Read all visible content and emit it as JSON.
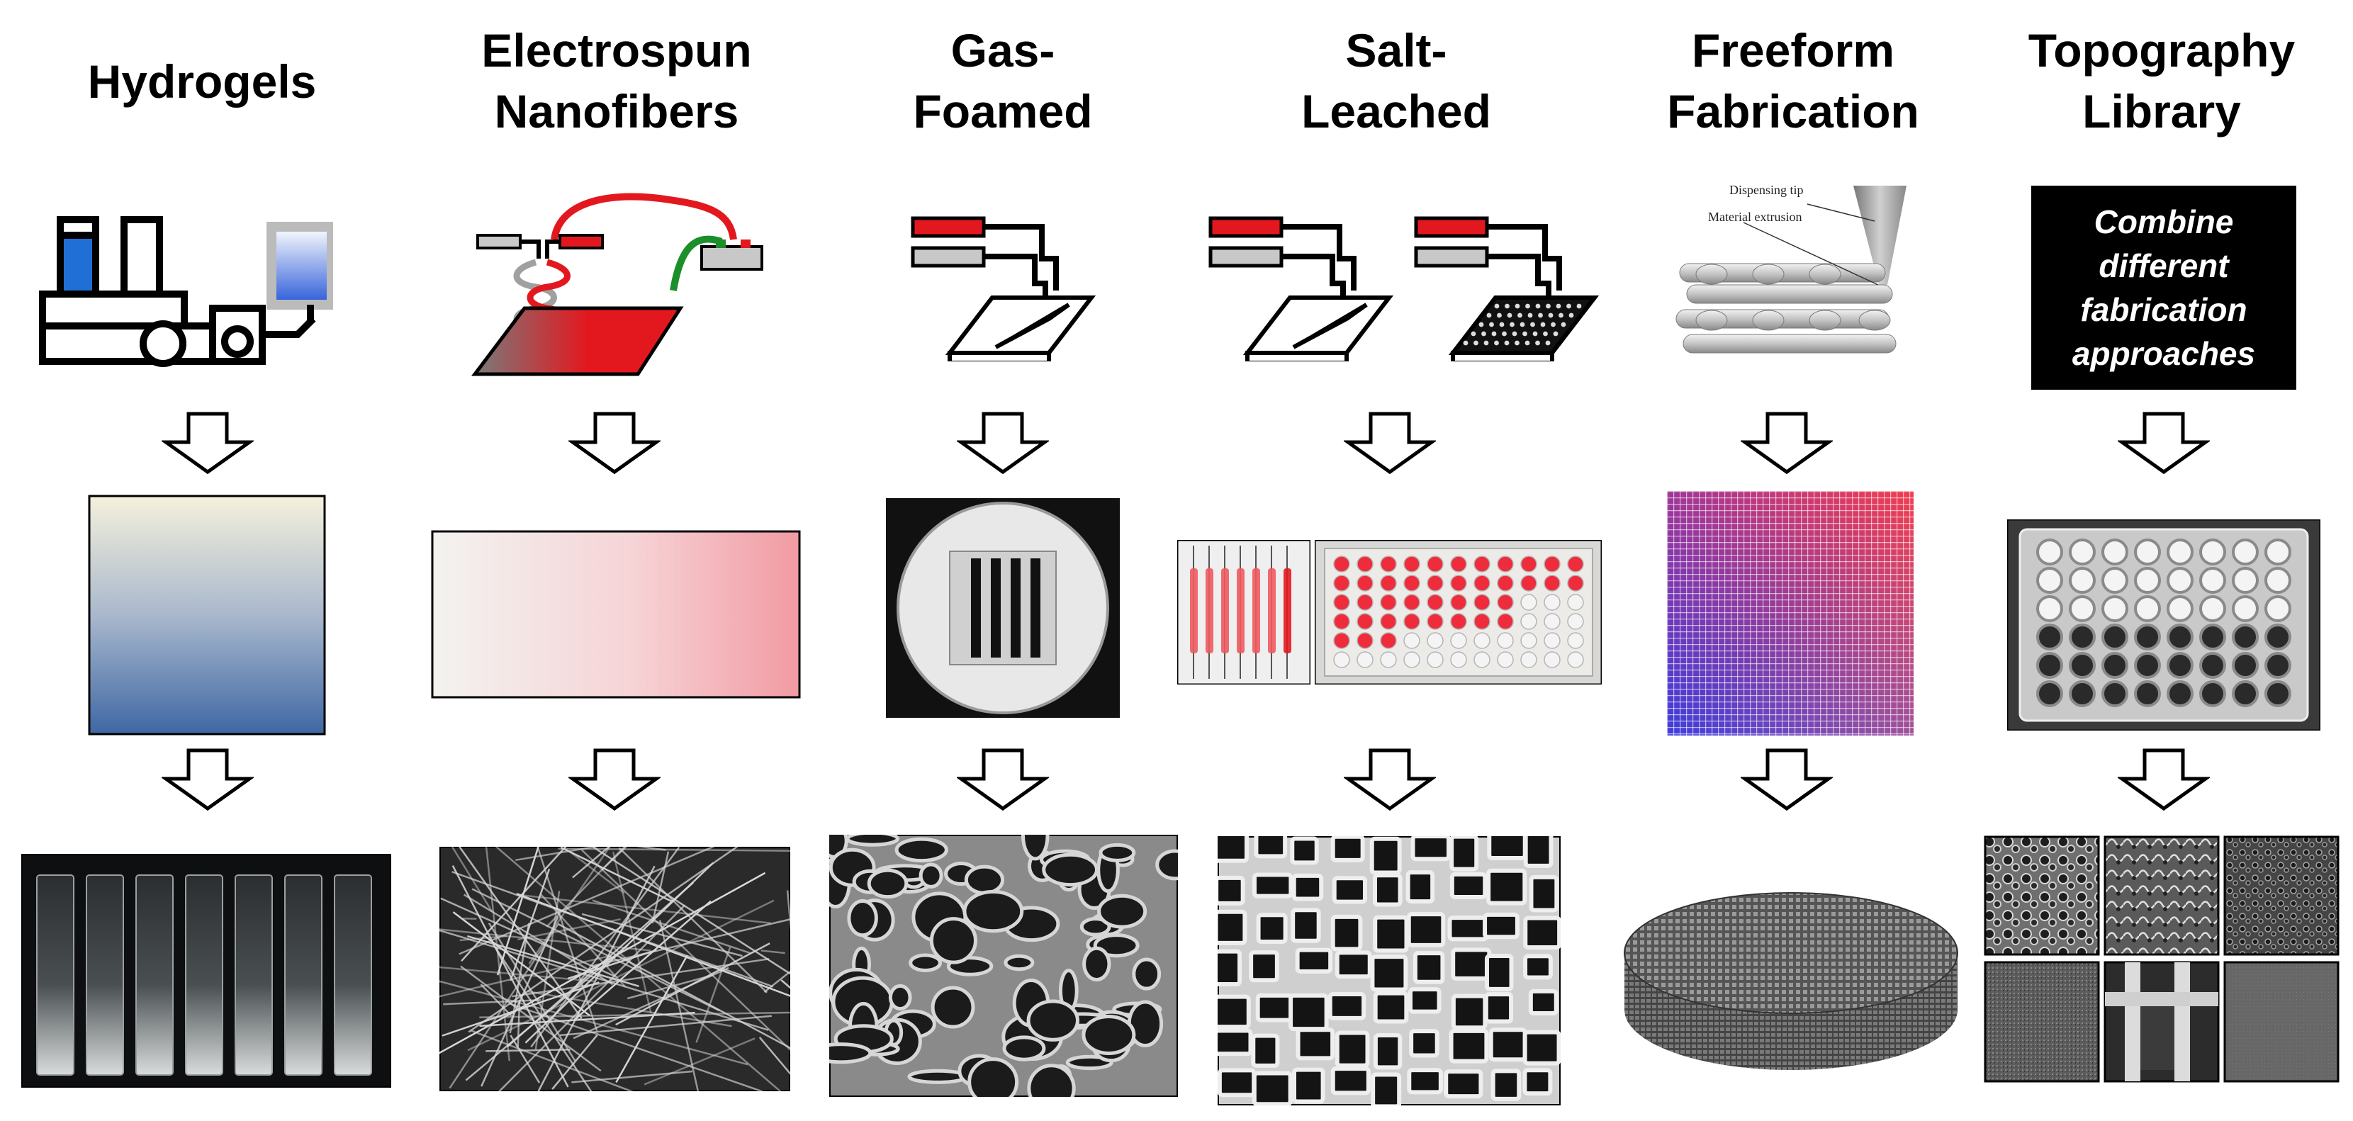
{
  "columns": [
    {
      "id": "hydrogels",
      "title_lines": [
        "Hydrogels"
      ]
    },
    {
      "id": "electrospun",
      "title_lines": [
        "Electrospun",
        "Nanofibers"
      ]
    },
    {
      "id": "gas-foamed",
      "title_lines": [
        "Gas-",
        "Foamed"
      ]
    },
    {
      "id": "salt-leached",
      "title_lines": [
        "Salt-",
        "Leached"
      ]
    },
    {
      "id": "freeform",
      "title_lines": [
        "Freeform",
        "Fabrication"
      ]
    },
    {
      "id": "topography",
      "title_lines": [
        "Topography",
        "Library"
      ]
    }
  ],
  "freeform_labels": {
    "dispensing_tip": "Dispensing tip",
    "material_extrusion": "Material extrusion"
  },
  "library_box_lines": [
    "Combine",
    "different",
    "fabrication",
    "approaches"
  ],
  "colors": {
    "red": "#e3181f",
    "blue": "#1f6fd6",
    "green": "#1a8f2a",
    "gray": "#c8c8c8",
    "black": "#000000"
  }
}
